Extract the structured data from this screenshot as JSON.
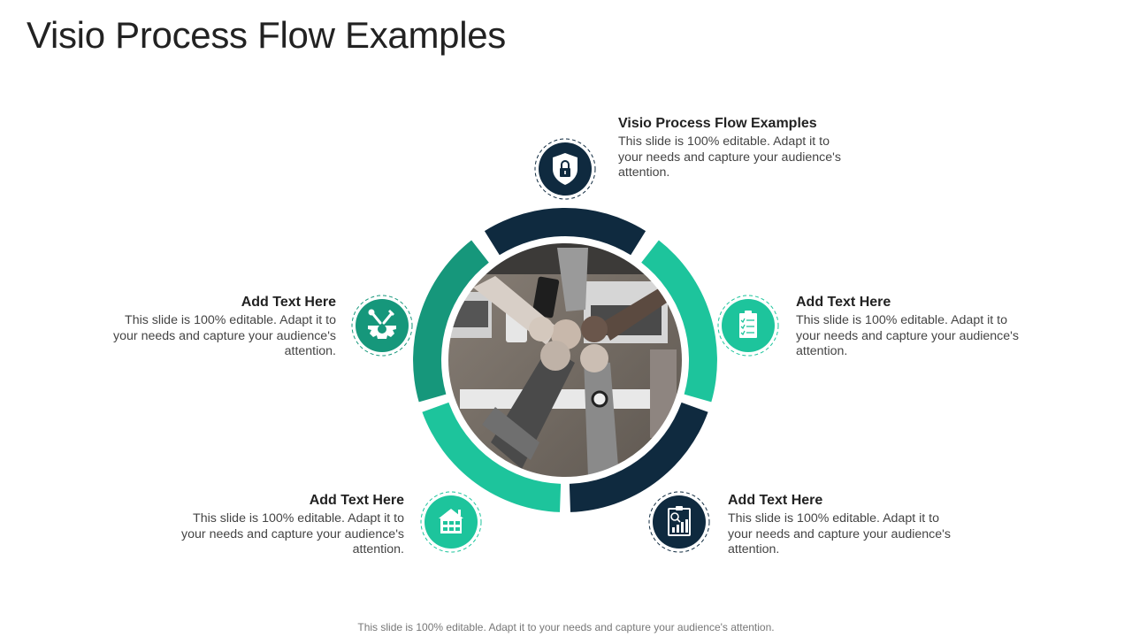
{
  "slide": {
    "title": "Visio Process Flow Examples",
    "footer": "This slide is 100% editable. Adapt it to your needs and capture your audience's attention."
  },
  "colors": {
    "navy": "#0f2a3f",
    "teal_dark": "#16977b",
    "teal_light": "#1dc49c",
    "text_heading": "#222222",
    "text_body": "#444444"
  },
  "center_image": {
    "description": "black-and-white photo of five fists bumping over a desk with laptops"
  },
  "items": [
    {
      "position": "top",
      "heading": "Visio Process Flow Examples",
      "body": "This slide is 100% editable. Adapt it to your needs and capture your audience's attention.",
      "icon": "shield-lock-icon",
      "icon_color": "#0f2a3f"
    },
    {
      "position": "left",
      "heading": "Add Text Here",
      "body": "This slide is 100% editable. Adapt it to your needs and capture your audience's attention.",
      "icon": "gear-tools-icon",
      "icon_color": "#16977b"
    },
    {
      "position": "right",
      "heading": "Add Text Here",
      "body": "This slide is 100% editable. Adapt it to your needs and capture your audience's attention.",
      "icon": "clipboard-checklist-icon",
      "icon_color": "#1dc49c"
    },
    {
      "position": "bottom-left",
      "heading": "Add Text Here",
      "body": "This slide is 100% editable. Adapt it to your needs and capture your audience's attention.",
      "icon": "building-icon",
      "icon_color": "#1dc49c"
    },
    {
      "position": "bottom-right",
      "heading": "Add Text Here",
      "body": "This slide is 100% editable. Adapt it to your needs and capture your audience's attention.",
      "icon": "report-chart-icon",
      "icon_color": "#0f2a3f"
    }
  ]
}
